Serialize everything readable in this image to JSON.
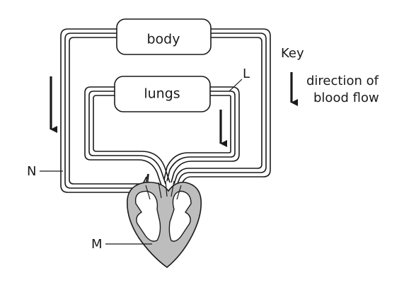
{
  "organs": {
    "body": "body",
    "lungs": "lungs"
  },
  "labels": {
    "L": "L",
    "M": "M",
    "N": "N"
  },
  "key": {
    "title": "Key",
    "line1": "direction of",
    "line2": "blood flow"
  }
}
